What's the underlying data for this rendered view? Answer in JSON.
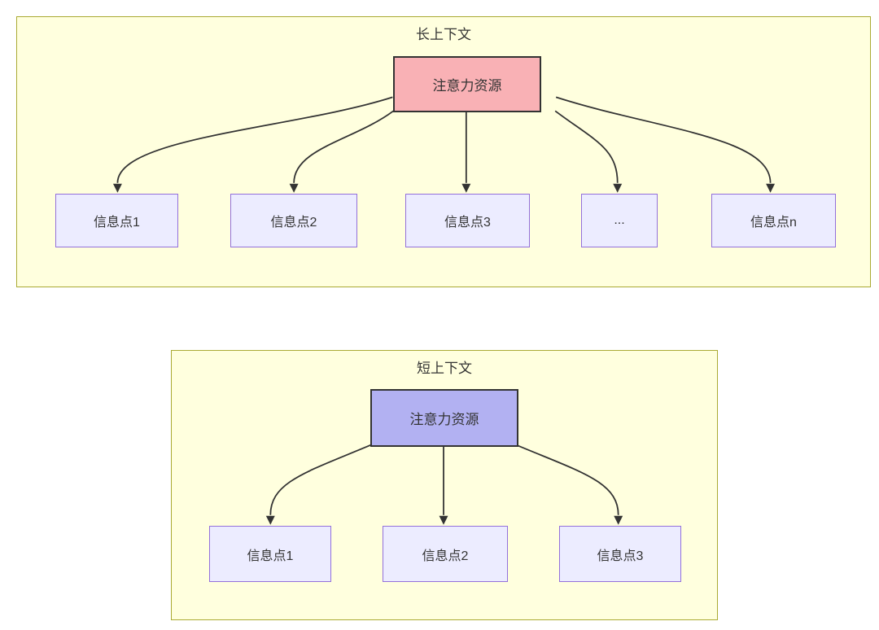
{
  "diagram": {
    "sections": [
      {
        "title": "长上下文",
        "attention_label": "注意力资源",
        "info_nodes": [
          "信息点1",
          "信息点2",
          "信息点3",
          "...",
          "信息点n"
        ]
      },
      {
        "title": "短上下文",
        "attention_label": "注意力资源",
        "info_nodes": [
          "信息点1",
          "信息点2",
          "信息点3"
        ]
      }
    ]
  },
  "colors": {
    "container_fill": "#ffffde",
    "container_border": "#aaaa33",
    "attention_long_fill": "#f9b1b5",
    "attention_short_fill": "#b2b1f2",
    "attention_border": "#333333",
    "info_fill": "#ececff",
    "info_border": "#9370db",
    "arrow_color": "#333333",
    "text_color": "#333333"
  }
}
